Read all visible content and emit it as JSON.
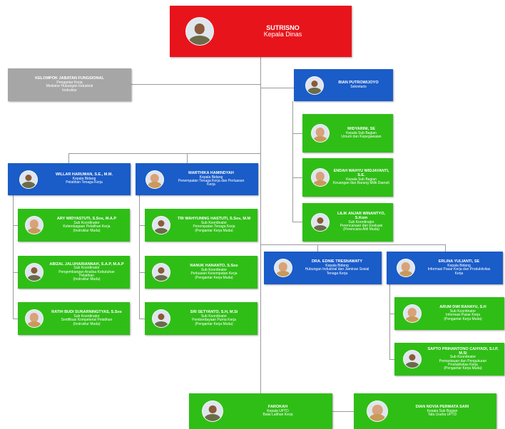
{
  "head": {
    "name": "SUTRISNO",
    "title": "Kepala Dinas"
  },
  "functional": {
    "name": "KELOMPOK JABATAN FUNGSIONAL",
    "lines": [
      "Pengantar Kerja",
      "Mediator Hubungan Industrial",
      "Instruktur"
    ]
  },
  "secretary": {
    "name": "BIAN PUTROWIJOYO",
    "title": "Sekretaris"
  },
  "secretariat_subs": [
    {
      "name": "WIDYARINI, SE",
      "lines": [
        "Kepala Sub Bagian",
        "Umum dan Kepegawaian"
      ]
    },
    {
      "name": "ENDAH WAHYU WIDJAYANTI, S.E.",
      "lines": [
        "Kepala Sub Bagian",
        "Keuangan dan Barang Milik Daerah"
      ]
    },
    {
      "name": "LILIK ANJAR WINANTYO, S.Kom",
      "lines": [
        "Sub Koordinator",
        "Perencanaan dan Evaluasi",
        "(Perencana Ahli Muda)"
      ]
    }
  ],
  "division_pelatihan": {
    "name": "WILLAR HARUMAN, S.E., M.M.",
    "lines": [
      "Kepala Bidang",
      "Pelatihan Tenaga Kerja"
    ],
    "subs": [
      {
        "name": "ARY WIDYASTUTI, S.Sos, M.A.P",
        "lines": [
          "Sub Koordinator",
          "Kelembagaan Pelatihan Kerja",
          "(Instruktur Muda)"
        ]
      },
      {
        "name": "ABIZAL JALUHARIANNAH, S.A.P, M.A.P",
        "lines": [
          "Sub Koordinator",
          "Pengembangan Analisa Kebutuhan",
          "Pelatihan",
          "(Instruktur Muda)"
        ]
      },
      {
        "name": "RATIH BUDI SUNARNINGTYAS, S.Sos",
        "lines": [
          "Sub Koordinator",
          "Sertifikasi Kompetensi Pelatihan",
          "(Instruktur Muda)"
        ]
      }
    ]
  },
  "division_penempatan": {
    "name": "MARTHIKA HAMINDYAH",
    "lines": [
      "Kepala Bidang",
      "Penempatan Tenaga Kerja dan Perluasan",
      "Kerja"
    ],
    "subs": [
      {
        "name": "TRI WAHYUNING HASTUTI, S.Sos, M.M",
        "lines": [
          "Sub Koordinator",
          "Penempatan Tenaga Kerja",
          "(Pengantar Kerja Muda)"
        ]
      },
      {
        "name": "NANUK HANANTO, S.Sos",
        "lines": [
          "Sub Koordinator",
          "Perluasan Kesempatan Kerja",
          "(Pengantar Kerja Muda)"
        ]
      },
      {
        "name": "SRI SETYANTO, S.H, M.Si",
        "lines": [
          "Sub Koordinator",
          "Pemberdayaan Purna Kerja",
          "(Pengantar Kerja Muda)"
        ]
      }
    ]
  },
  "division_hubungan": {
    "name": "DRA. EDNIE TRESNAWATY",
    "lines": [
      "Kepala Bidang",
      "Hubungan Industrial dan Jaminan Sosial",
      "Tenaga Kerja"
    ]
  },
  "division_informasi": {
    "name": "ERLINA YULIANTI, SE",
    "lines": [
      "Kepala Bidang",
      "Informasi Pasar Kerja dan Produktivitas",
      "Kerja"
    ],
    "subs": [
      {
        "name": "ARUM DWI RAHAYU, S.H",
        "lines": [
          "Sub Koordinator",
          "Informasi Pasar Kerja",
          "(Pengantar Kerja Muda)"
        ]
      },
      {
        "name": "SAPTO PRIHANTONO CAHYADI, S.I.P, M.Si",
        "lines": [
          "Sub Koordinator",
          "Pemantauan dan Pengukuran",
          "Produktivitas Kerja",
          "(Pengantar Kerja Muda)"
        ]
      }
    ]
  },
  "uptd": {
    "name": "FAROKAH",
    "lines": [
      "Kepala UPTD",
      "Balai Latihan Kerja"
    ]
  },
  "uptd_sub": {
    "name": "DIAN NOVIA PERMATA SARI",
    "lines": [
      "Kepala Sub Bagian",
      "Tata Usaha UPTD"
    ]
  }
}
